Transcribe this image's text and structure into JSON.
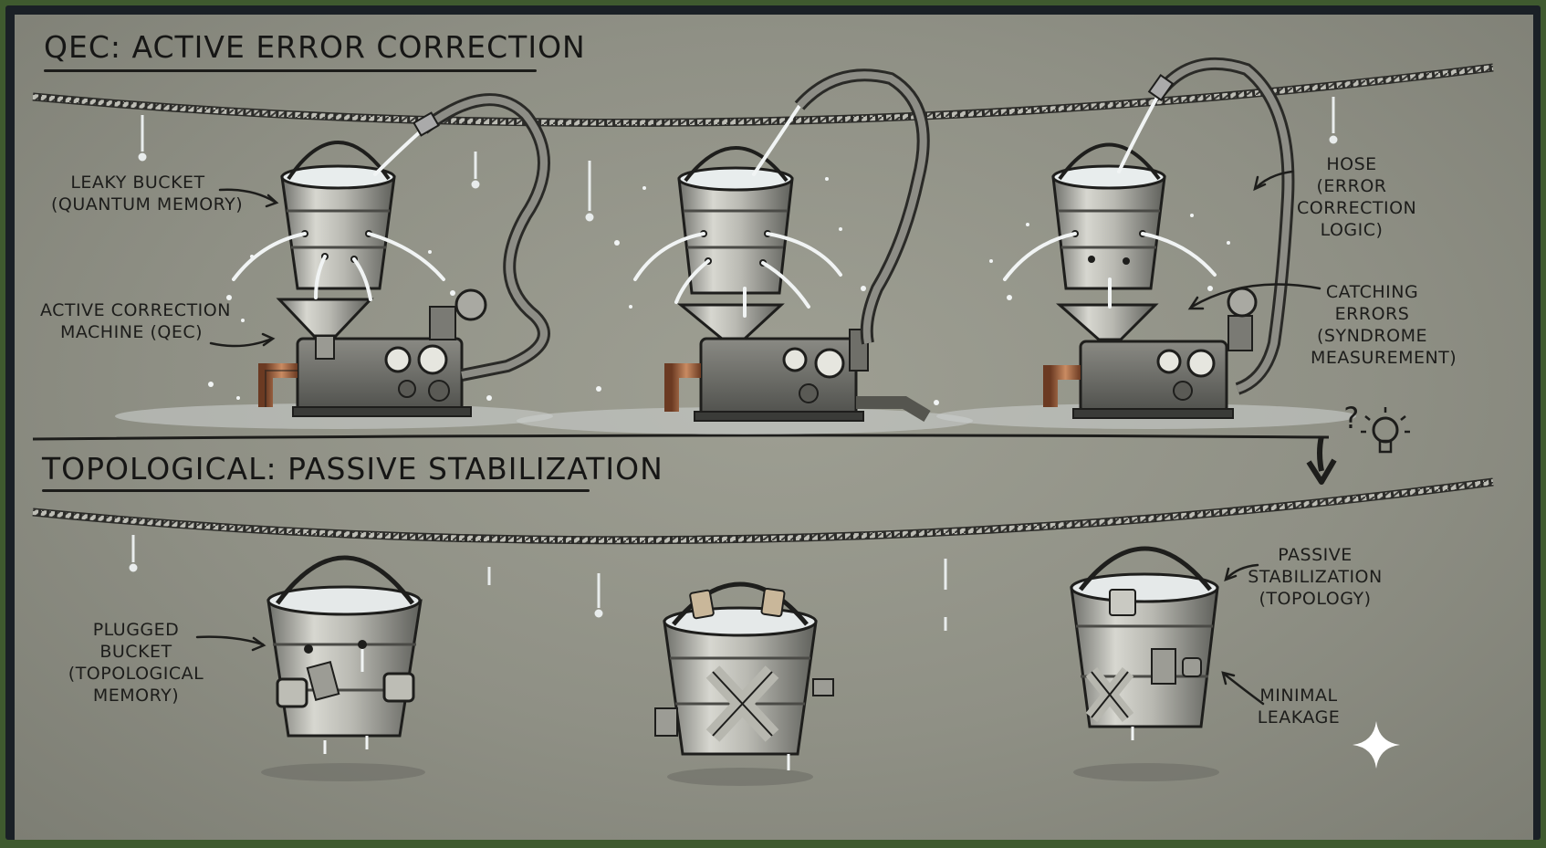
{
  "sections": {
    "top_title": "QEC: ACTIVE ERROR CORRECTION",
    "bottom_title": "TOPOLOGICAL: PASSIVE STABILIZATION"
  },
  "labels": {
    "leaky_bucket": "LEAKY BUCKET\n(QUANTUM MEMORY)",
    "active_machine": "ACTIVE CORRECTION\nMACHINE (QEC)",
    "hose": "HOSE\n(ERROR\nCORRECTION\nLOGIC)",
    "catching_errors": "CATCHING\nERRORS\n(SYNDROME\nMEASUREMENT)",
    "question_mark": "?",
    "plugged_bucket": "PLUGGED\nBUCKET\n(TOPOLOGICAL\nMEMORY)",
    "passive_stab": "PASSIVE\nSTABILIZATION\n(TOPOLOGY)",
    "minimal_leakage": "MINIMAL\nLEAKAGE"
  },
  "icons": [
    "lightbulb-icon",
    "sparkle-icon",
    "arrow-down-icon"
  ],
  "colors": {
    "background": "#8f9085",
    "ink": "#1d1d1b",
    "metal": "#c9c9c2",
    "copper": "#9a5a3a",
    "water": "#eef2f2",
    "frame": "#3f5a2f"
  }
}
